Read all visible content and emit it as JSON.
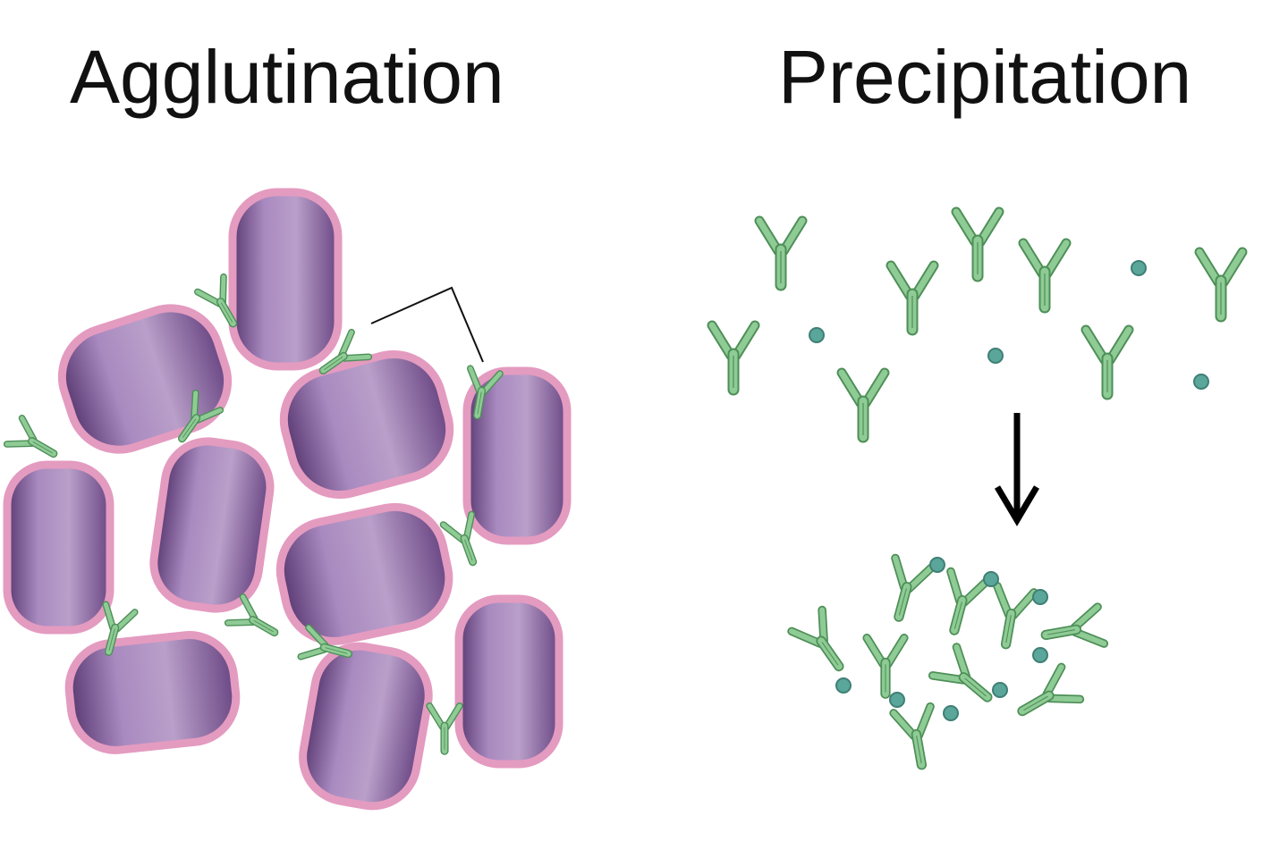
{
  "panels": [
    {
      "title": "Agglutination"
    },
    {
      "title": "Precipitation"
    }
  ],
  "colors": {
    "cell_membrane": "#e49bc0",
    "cell_body": "#8c6aa6",
    "antibody": "#7fbf86",
    "antigen": "#5aa69a",
    "arrow": "#000000"
  },
  "icons": [
    "red-blood-cell",
    "antibody-y",
    "antigen-dot",
    "down-arrow"
  ]
}
